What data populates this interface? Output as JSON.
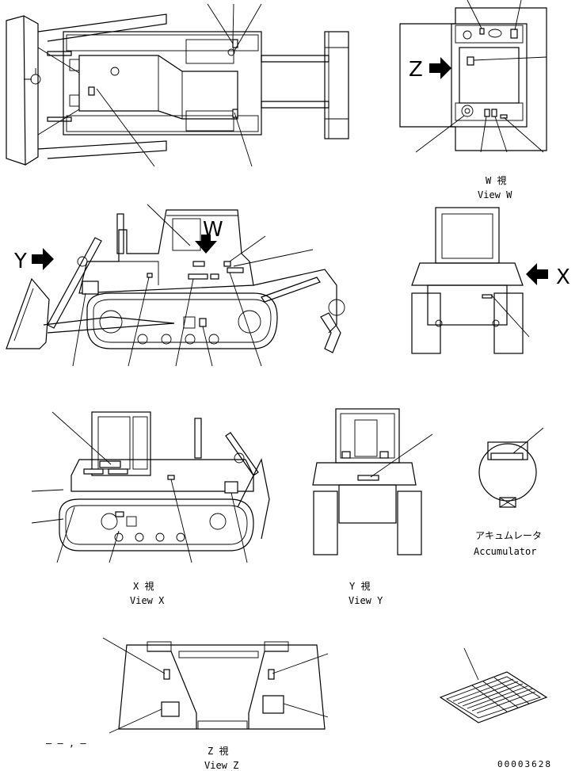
{
  "views": {
    "w": {
      "jp": "W 視",
      "en": "View W"
    },
    "x": {
      "jp": "X 視",
      "en": "View X"
    },
    "y": {
      "jp": "Y 視",
      "en": "View Y"
    },
    "z": {
      "jp": "Z 視",
      "en": "View Z"
    }
  },
  "accumulator": {
    "jp": "アキュムレータ",
    "en": "Accumulator"
  },
  "arrow_labels": {
    "z": "Z",
    "y": "Y",
    "w": "W",
    "x": "X"
  },
  "footnote": "– – , –",
  "drawing_code": "00003628",
  "icons": [
    "arrow-right-icon",
    "arrow-left-icon",
    "arrow-down-icon"
  ]
}
